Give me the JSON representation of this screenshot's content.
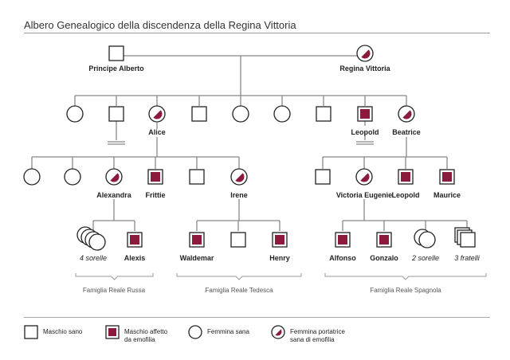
{
  "title": "Albero Genealogico della discendenza della Regina Vittoria",
  "colors": {
    "affected": "#8b1a3c",
    "line": "#888888",
    "stroke": "#222222"
  },
  "labels": {
    "principe_alberto": "Principe Alberto",
    "regina_vittoria": "Regina Vittoria",
    "alice": "Alice",
    "leopold": "Leopold",
    "beatrice": "Beatrice",
    "alexandra": "Alexandra",
    "frittie": "Frittie",
    "irene": "Irene",
    "victoria_eugenie": "Victoria Eugenie",
    "leopold2": "Leopold",
    "maurice": "Maurice",
    "four_sisters": "4 sorelle",
    "alexis": "Alexis",
    "waldemar": "Waldemar",
    "henry": "Henry",
    "alfonso": "Alfonso",
    "gonzalo": "Gonzalo",
    "two_sisters": "2 sorelle",
    "three_brothers": "3 fratelli"
  },
  "families": {
    "russa": "Famiglia Reale Russa",
    "tedesca": "Famiglia Reale Tedesca",
    "spagnola": "Famiglia Reale Spagnola"
  },
  "legend": {
    "healthy_male": "Maschio sano",
    "affected_male": [
      "Maschio affetto",
      "da emofilia"
    ],
    "healthy_female": "Femmina sana",
    "carrier_female": [
      "Femmina portatrice",
      "sana di emofilia"
    ]
  }
}
